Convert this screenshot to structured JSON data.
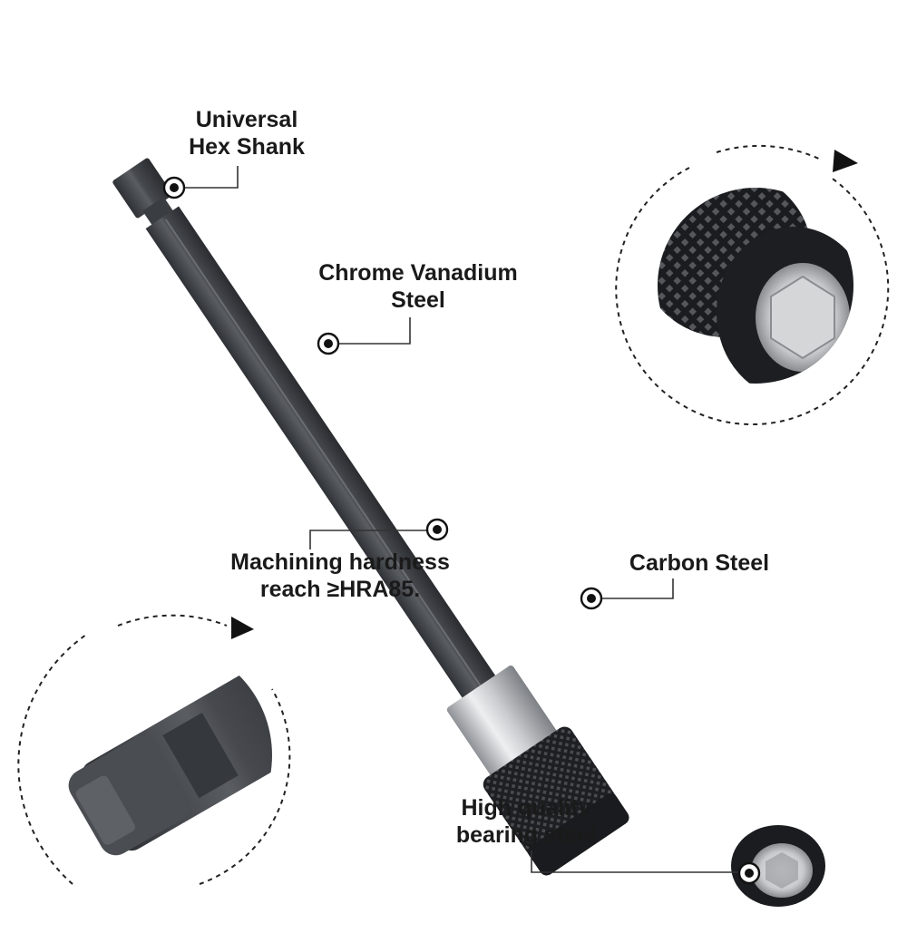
{
  "labels": {
    "hex_shank": {
      "line1": "Universal",
      "line2": "Hex Shank"
    },
    "chrome_vanadium": {
      "line1": "Chrome Vanadium",
      "line2": "Steel"
    },
    "machining": {
      "line1": "Machining hardness",
      "line2": "reach ≥HRA85."
    },
    "carbon_steel": {
      "line1": "Carbon Steel"
    },
    "bearing_steel": {
      "line1": "High quality",
      "line2": "bearing steel"
    }
  },
  "colors": {
    "shaft_dark": "#3b3e43",
    "shaft_light": "#5a5d62",
    "chrome_sleeve": "#c9cbce",
    "knurled_collar": "#202124",
    "label_text": "#1a1a1a",
    "background": "#ffffff"
  },
  "icons": [
    "callout-dot-icon",
    "rotate-arrow-icon"
  ]
}
